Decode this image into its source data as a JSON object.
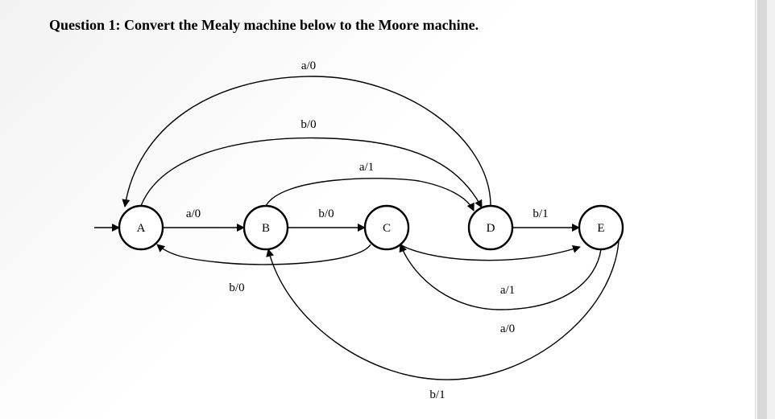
{
  "question": "Question 1: Convert the Mealy machine below to the Moore machine.",
  "states": [
    {
      "id": "A",
      "label": "A"
    },
    {
      "id": "B",
      "label": "B"
    },
    {
      "id": "C",
      "label": "C"
    },
    {
      "id": "D",
      "label": "D"
    },
    {
      "id": "E",
      "label": "E"
    }
  ],
  "start_state": "A",
  "transitions": [
    {
      "from": "A",
      "to": "B",
      "label": "a/0"
    },
    {
      "from": "A",
      "to": "D",
      "label": "b/0"
    },
    {
      "from": "B",
      "to": "C",
      "label": "b/0"
    },
    {
      "from": "B",
      "to": "D",
      "label": "a/1"
    },
    {
      "from": "C",
      "to": "A",
      "label": "b/0"
    },
    {
      "from": "C",
      "to": "E",
      "label": "a/1"
    },
    {
      "from": "D",
      "to": "A",
      "label": "a/0"
    },
    {
      "from": "D",
      "to": "E",
      "label": "b/1"
    },
    {
      "from": "E",
      "to": "C",
      "label": "a/0"
    },
    {
      "from": "E",
      "to": "B",
      "label": "b/1"
    }
  ]
}
